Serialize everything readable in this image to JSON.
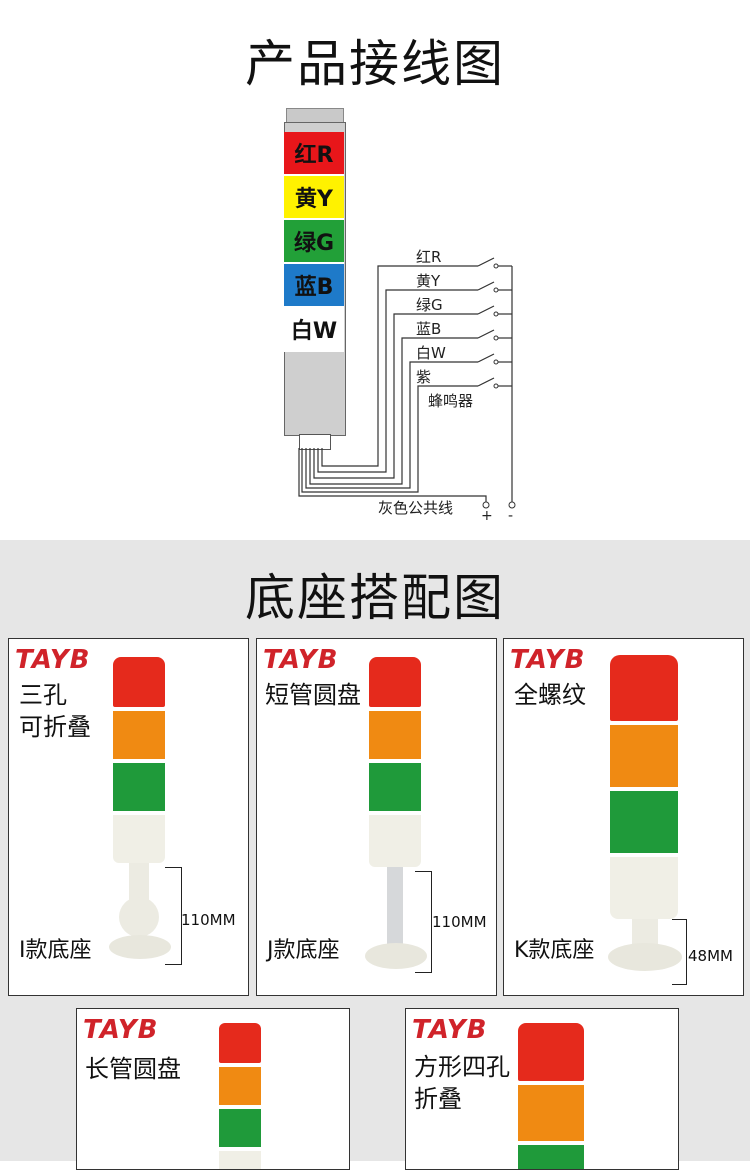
{
  "wiring": {
    "title": "产品接线图",
    "lamp_segments": [
      {
        "label": "红R",
        "color": "#e8161a",
        "text_color": "#111"
      },
      {
        "label": "黄Y",
        "color": "#fff200",
        "text_color": "#111"
      },
      {
        "label": "绿G",
        "color": "#22a038",
        "text_color": "#111"
      },
      {
        "label": "蓝B",
        "color": "#1e7ac9",
        "text_color": "#111"
      },
      {
        "label": "白W",
        "color": "#ffffff",
        "text_color": "#111"
      }
    ],
    "wire_labels": [
      "红R",
      "黄Y",
      "绿G",
      "蓝B",
      "白W",
      "紫",
      "蜂鸣器"
    ],
    "common_label": "灰色公共线",
    "plus": "+",
    "minus": "-"
  },
  "bases": {
    "title": "底座搭配图",
    "brand": "TAYB",
    "panels": [
      {
        "text_lines": [
          "三孔",
          "可折叠"
        ],
        "base_label": "I款底座",
        "dimension": "110MM"
      },
      {
        "text_lines": [
          "短管圆盘"
        ],
        "base_label": "J款底座",
        "dimension": "110MM"
      },
      {
        "text_lines": [
          "全螺纹"
        ],
        "base_label": "K款底座",
        "dimension": "48MM"
      },
      {
        "text_lines": [
          "长管圆盘"
        ]
      },
      {
        "text_lines": [
          "方形四孔",
          "折叠"
        ]
      }
    ],
    "colors": {
      "red": "#e52a1c",
      "orange": "#f08a12",
      "green": "#1f9a3a",
      "base": "#efefe8"
    }
  }
}
